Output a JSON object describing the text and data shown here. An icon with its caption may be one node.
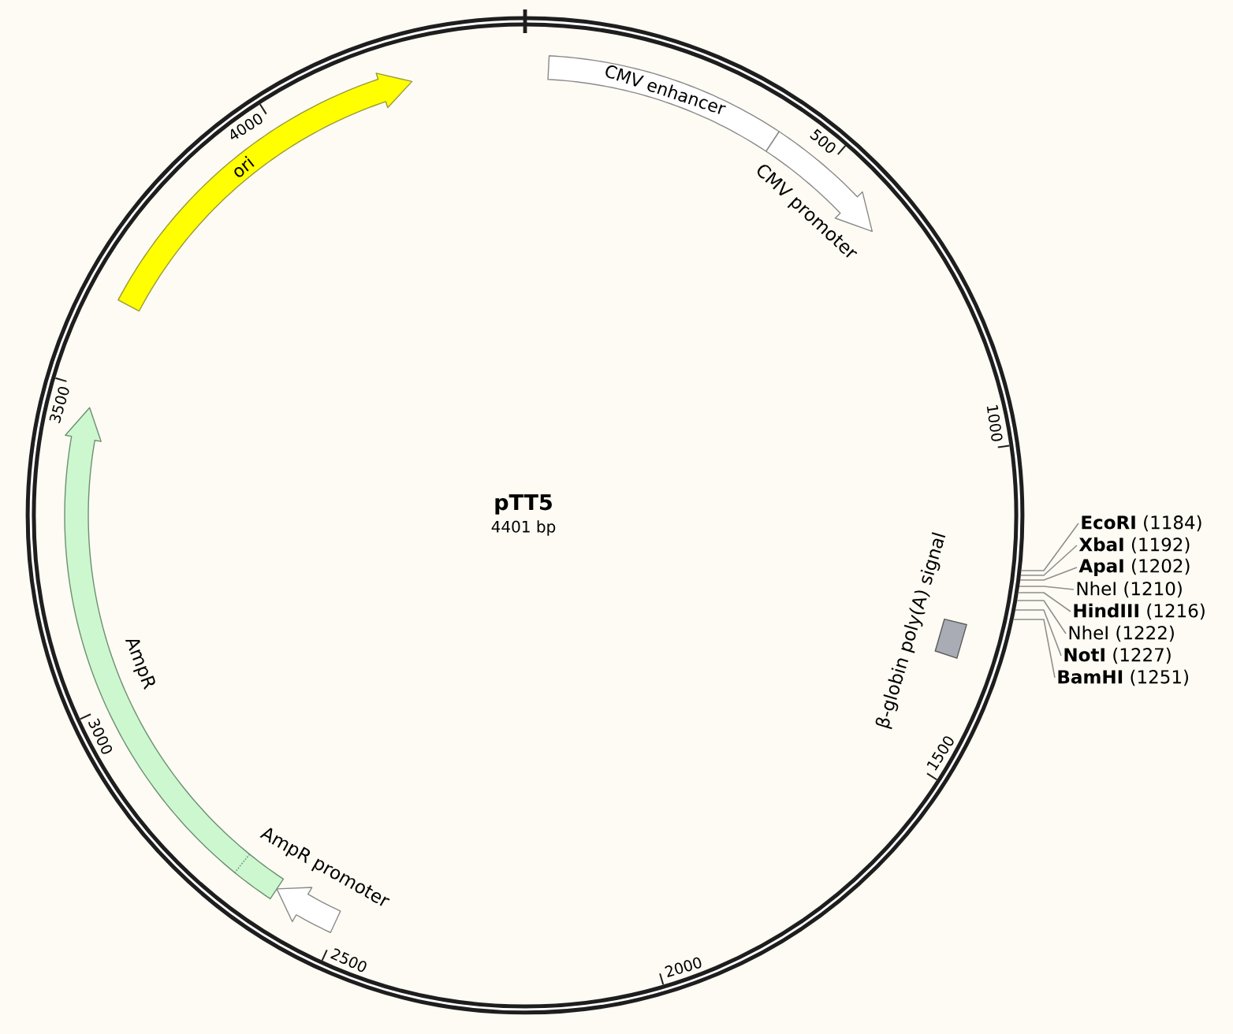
{
  "diagram": {
    "title": "pTT5",
    "nodes": [
      {
        "text": [
          "CMV enhancer"
        ]
      },
      {
        "text": [
          "CMV promoter"
        ]
      },
      {
        "text": [
          "β-globin poly(A) signal"
        ]
      },
      {
        "text": [
          "**EcoRI** (1184)"
        ]
      },
      {
        "text": [
          "**XbaI** (1192)"
        ]
      },
      {
        "text": [
          "**ApaI** (1202)"
        ]
      },
      {
        "text": [
          "NheI (1210)"
        ]
      },
      {
        "text": [
          "**HindIII** (1216)"
        ]
      },
      {
        "text": [
          "NheI (1222)"
        ]
      },
      {
        "text": [
          "**NotI** (1227)"
        ]
      },
      {
        "text": [
          "**BamHI** (1251)"
        ]
      },
      {
        "text": [
          "AmpR promoter"
        ]
      },
      {
        "text": [
          "AmpR"
        ]
      },
      {
        "text": [
          "ori"
        ]
      }
    ],
    "edges": [
      {
        "from": 3,
        "to": null,
        "arrow": "none"
      },
      {
        "from": 4,
        "to": null,
        "arrow": "none"
      },
      {
        "from": 5,
        "to": null,
        "arrow": "none"
      },
      {
        "from": 6,
        "to": null,
        "arrow": "none"
      },
      {
        "from": 7,
        "to": null,
        "arrow": "none"
      },
      {
        "from": 8,
        "to": null,
        "arrow": "none"
      },
      {
        "from": 9,
        "to": null,
        "arrow": "none"
      },
      {
        "from": 10,
        "to": null,
        "arrow": "none"
      }
    ],
    "labels": [
      "4401 bp",
      "500",
      "1000",
      "1500",
      "2000",
      "2500",
      "3000",
      "3500",
      "4000"
    ]
  }
}
